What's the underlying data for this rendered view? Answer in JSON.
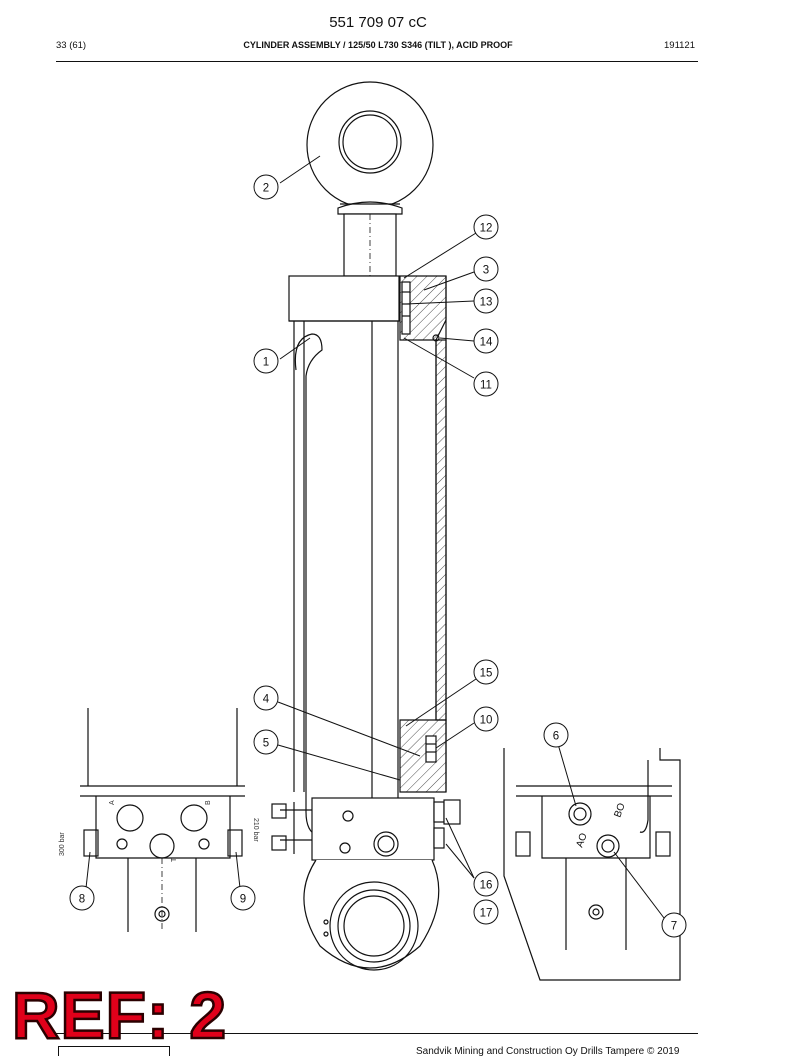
{
  "header": {
    "doc_number": "551 709 07 cC",
    "page": "33 (61)",
    "title": "CYLINDER ASSEMBLY / 125/50 L730 S346 (TILT ), ACID PROOF",
    "date_code": "191121"
  },
  "callouts": [
    "1",
    "2",
    "3",
    "4",
    "5",
    "6",
    "7",
    "8",
    "9",
    "10",
    "11",
    "12",
    "13",
    "14",
    "15",
    "16",
    "17"
  ],
  "port_labels": {
    "a": "A",
    "b": "B",
    "t": "T",
    "ao": "AO",
    "bo": "BO",
    "pressure_left": "300 bar",
    "pressure_right": "210 bar"
  },
  "stamp": "REF: 2",
  "footer": {
    "copyright": "Sandvik Mining and Construction Oy Drills Tampere © 2019"
  },
  "colors": {
    "line": "#111111",
    "stamp_fill": "#e0001a"
  }
}
